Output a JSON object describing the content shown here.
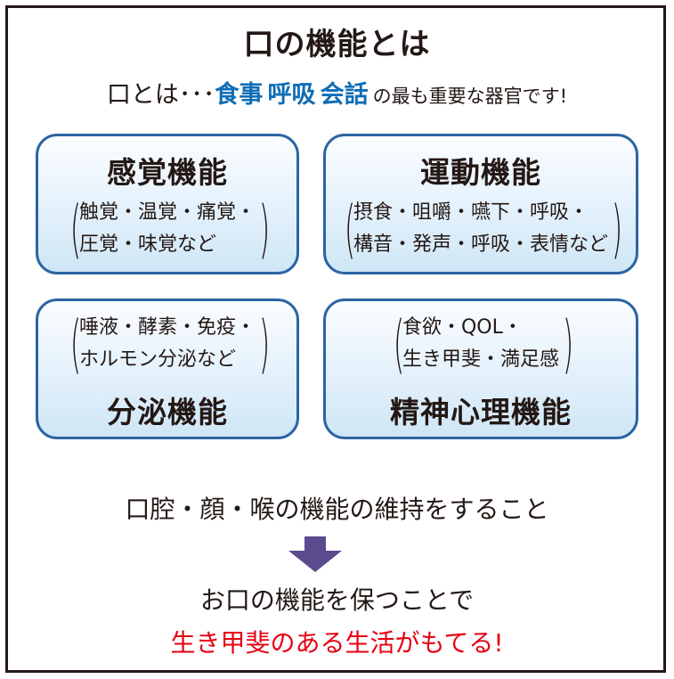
{
  "title": "口の機能とは",
  "subtitle": {
    "prefix": "口とは･･･",
    "keyword1": "食事",
    "keyword2": "呼吸",
    "keyword3": "会話",
    "suffix": "の最も重要な器官です!"
  },
  "cards": [
    {
      "title": "感覚機能",
      "lines": [
        "触覚・温覚・痛覚・",
        "圧覚・味覚など"
      ]
    },
    {
      "title": "運動機能",
      "lines": [
        "摂食・咀嚼・嚥下・呼吸・",
        "構音・発声・呼吸・表情など"
      ]
    },
    {
      "title": "分泌機能",
      "lines": [
        "唾液・酵素・免疫・",
        "ホルモン分泌など"
      ]
    },
    {
      "title": "精神心理機能",
      "lines": [
        "食欲・QOL・",
        "生き甲斐・満足感"
      ]
    }
  ],
  "maintain_text": "口腔・顔・喉の機能の維持をすること",
  "keep_text": "お口の機能を保つことで",
  "ikigai_text": "生き甲斐のある生活がもてる!",
  "colors": {
    "keyword_blue": "#0f6db5",
    "card_border": "#2c64a3",
    "card_fill": "#dcecf8",
    "arrow_purple": "#5b4a8e",
    "emphasis_red": "#e60012"
  }
}
